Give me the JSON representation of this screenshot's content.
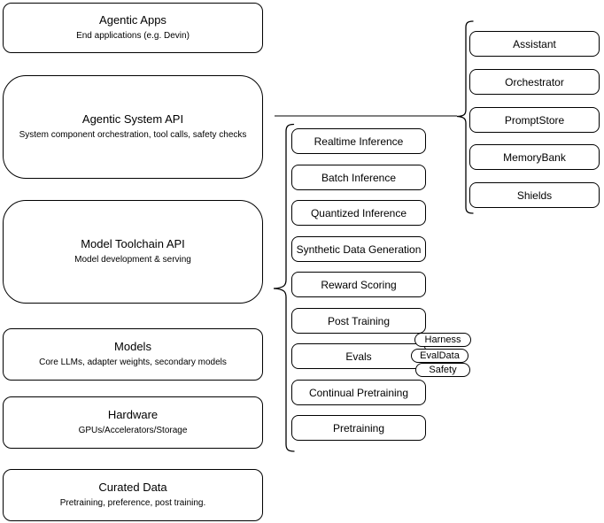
{
  "colors": {
    "background": "#ffffff",
    "box_fill": "#ffffff",
    "box_border": "#000000",
    "text": "#000000",
    "connector_line": "#808080",
    "brace": "#000000"
  },
  "left_stack": {
    "boxes": [
      {
        "title": "Agentic Apps",
        "subtitle": "End applications (e.g. Devin)"
      },
      {
        "title": "Agentic System API",
        "subtitle": "System component orchestration, tool calls, safety checks"
      },
      {
        "title": "Model Toolchain API",
        "subtitle": "Model development & serving"
      },
      {
        "title": "Models",
        "subtitle": "Core LLMs, adapter weights, secondary models"
      },
      {
        "title": "Hardware",
        "subtitle": "GPUs/Accelerators/Storage"
      },
      {
        "title": "Curated Data",
        "subtitle": "Pretraining, preference, post training."
      }
    ]
  },
  "toolchain_stack": {
    "items": [
      "Realtime Inference",
      "Batch Inference",
      "Quantized Inference",
      "Synthetic Data Generation",
      "Reward Scoring",
      "Post Training",
      "Evals",
      "Continual Pretraining",
      "Pretraining"
    ],
    "evals_badges": [
      "Harness",
      "EvalData",
      "Safety"
    ]
  },
  "system_stack": {
    "items": [
      "Assistant",
      "Orchestrator",
      "PromptStore",
      "MemoryBank",
      "Shields"
    ]
  }
}
